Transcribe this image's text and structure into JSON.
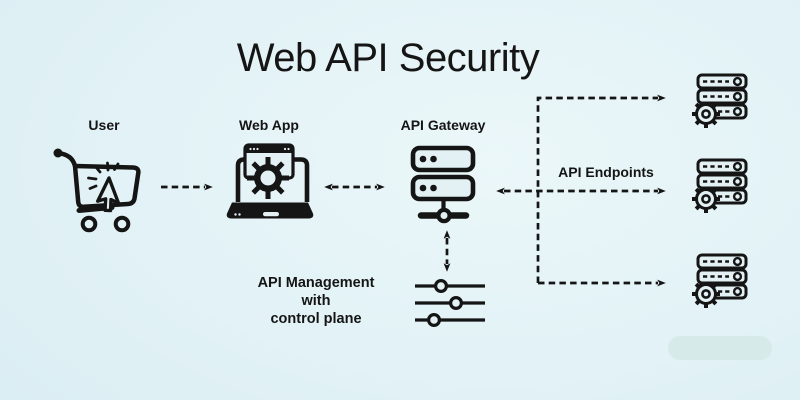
{
  "title": "Web API Security",
  "labels": {
    "user": "User",
    "web_app": "Web App",
    "api_gateway": "API Gateway",
    "api_endpoints": "API Endpoints",
    "management_lines": [
      "API Management",
      "with",
      "control plane"
    ]
  },
  "nodes": [
    {
      "id": "user",
      "label": "User",
      "icon": "shopping-cart-click-cursor"
    },
    {
      "id": "web-app",
      "label": "Web App",
      "icon": "laptop-browser-gear"
    },
    {
      "id": "api-gateway",
      "label": "API Gateway",
      "icon": "server-network-node"
    },
    {
      "id": "api-management",
      "label": "API Management with control plane",
      "icon": "sliders"
    },
    {
      "id": "endpoint-1",
      "label": "API Endpoint",
      "icon": "server-stack-gear"
    },
    {
      "id": "endpoint-2",
      "label": "API Endpoint",
      "icon": "server-stack-gear"
    },
    {
      "id": "endpoint-3",
      "label": "API Endpoint",
      "icon": "server-stack-gear"
    }
  ],
  "connections": [
    {
      "from": "user",
      "to": "web-app",
      "style": "dashed",
      "direction": "one-way"
    },
    {
      "from": "web-app",
      "to": "api-gateway",
      "style": "dashed",
      "direction": "two-way"
    },
    {
      "from": "api-gateway",
      "to": "endpoint-1",
      "style": "dashed",
      "direction": "one-way"
    },
    {
      "from": "api-gateway",
      "to": "endpoint-2",
      "style": "dashed",
      "direction": "two-way"
    },
    {
      "from": "api-gateway",
      "to": "endpoint-3",
      "style": "dashed",
      "direction": "one-way"
    },
    {
      "from": "api-gateway",
      "to": "api-management",
      "style": "dashed",
      "direction": "two-way"
    }
  ],
  "colors": {
    "ink": "#151515",
    "bg1": "#cde7ef",
    "bg2": "#ebf7f9",
    "iconbg": "#e3f1f5"
  }
}
